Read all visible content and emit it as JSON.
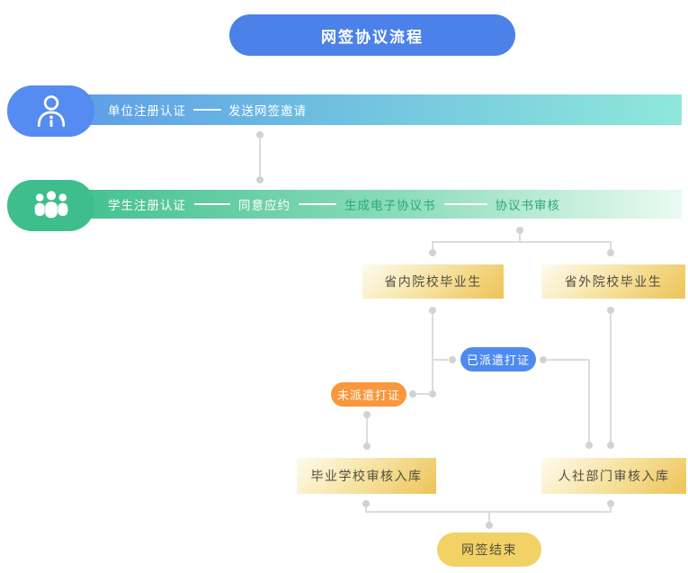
{
  "title": "网签协议流程",
  "lanes": [
    {
      "name": "employer-lane",
      "icon": "user-icon",
      "steps": [
        "单位注册认证",
        "发送网签邀请"
      ]
    },
    {
      "name": "student-lane",
      "icon": "users-icon",
      "steps": [
        "学生注册认证",
        "同意应约",
        "生成电子协议书",
        "协议书审核"
      ]
    }
  ],
  "nodes": {
    "in_province": "省内院校毕业生",
    "out_province": "省外院校毕业生",
    "dispatched": "已派遣打证",
    "undispatched": "未派遣打证",
    "school_audit": "毕业学校审核入库",
    "hr_audit": "人社部门审核入库",
    "end": "网签结束"
  },
  "colors": {
    "title_bg": "#4b81e8",
    "lane1_gradient_start": "#5c9be8",
    "lane1_gradient_end": "#8fe8da",
    "lane1_chip": "#568bf2",
    "lane2_gradient_start": "#3ebe8d",
    "lane2_gradient_end": "#eafaf2",
    "lane2_chip": "#3ebe8d",
    "lane2_green_text": "#2ea87d",
    "gold_box_light": "#fefbee",
    "gold_box_dark": "#edc457",
    "pill_blue": "#4e8bf0",
    "pill_orange": "#f8973d",
    "pill_yellow": "#f2d165",
    "box_text": "#514d3f",
    "connector": "#d2d2d2"
  }
}
